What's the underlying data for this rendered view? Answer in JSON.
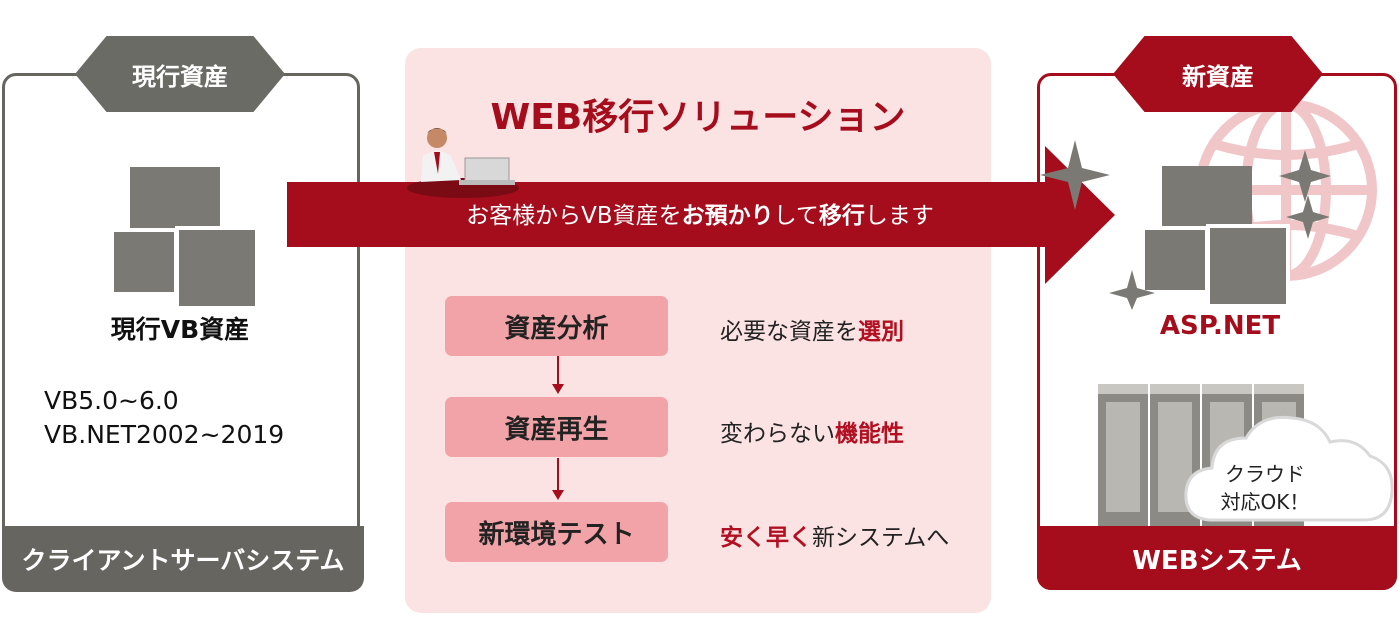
{
  "current_asset": {
    "badge": "現行資産",
    "label": "現行VB資産",
    "versions": [
      "VB5.0~6.0",
      "VB.NET2002~2019"
    ],
    "footer": "クライアントサーバシステム"
  },
  "solution": {
    "title": "WEB移行ソリューション",
    "arrow_text_parts": [
      "お客様からVB資産を",
      "お預かり",
      "して",
      "移行",
      "します"
    ],
    "steps": [
      {
        "label": "資産分析",
        "desc_plain": "必要な資産を",
        "desc_bold": "選別"
      },
      {
        "label": "資産再生",
        "desc_plain": "変わらない",
        "desc_bold": "機能性"
      },
      {
        "label": "新環境テスト",
        "desc_bold1": "安く早く",
        "desc_plain": "新システムへ"
      }
    ]
  },
  "new_asset": {
    "badge": "新資産",
    "label": "ASP.NET",
    "cloud_text": [
      "クラウド",
      "対応OK！"
    ],
    "footer": "WEBシステム"
  },
  "colors": {
    "accent_red": "#a50d1c",
    "gray": "#666560",
    "step_pink": "#f1a3a7",
    "panel_pink": "#fbe3e3"
  }
}
